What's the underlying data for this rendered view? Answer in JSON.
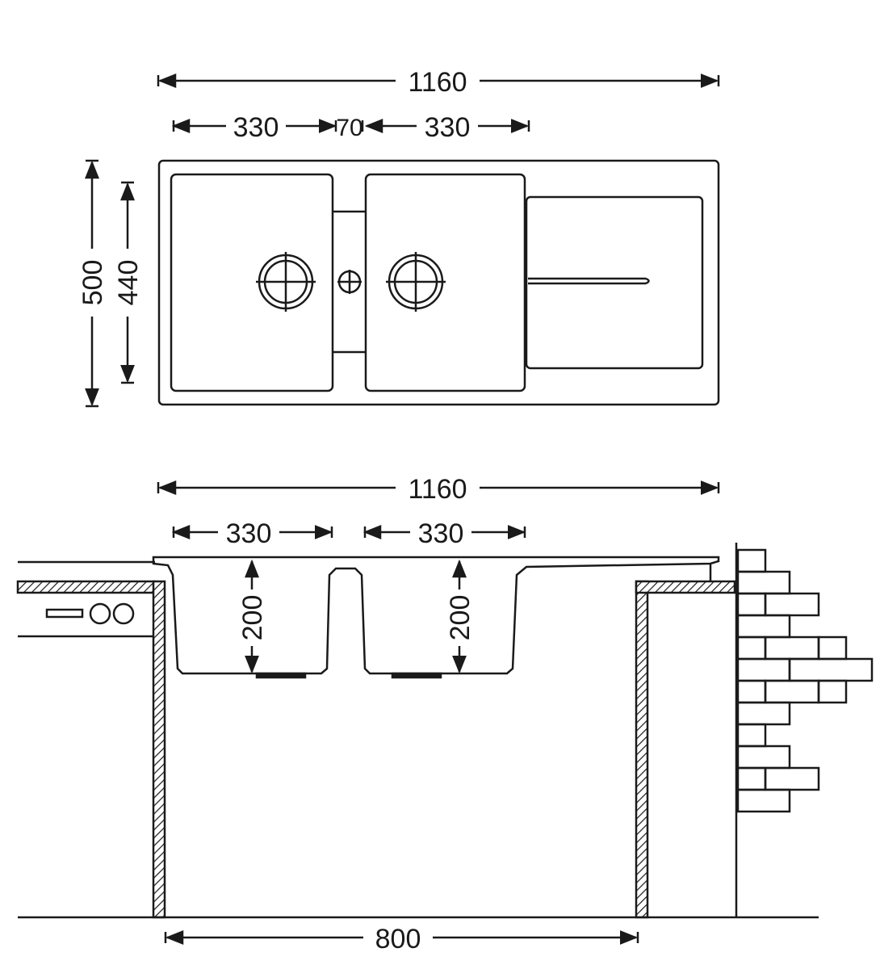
{
  "top_view": {
    "overall_width": "1160",
    "bowl_left_width": "330",
    "bowl_gap": "70",
    "bowl_right_width": "330",
    "overall_depth": "500",
    "bowl_depth": "440"
  },
  "side_view": {
    "overall_width": "1160",
    "bowl_left_width": "330",
    "bowl_right_width": "330",
    "bowl_left_depth": "200",
    "bowl_right_depth": "200",
    "cabinet_width": "800"
  },
  "colors": {
    "line": "#1a1a1a",
    "background": "#ffffff"
  }
}
